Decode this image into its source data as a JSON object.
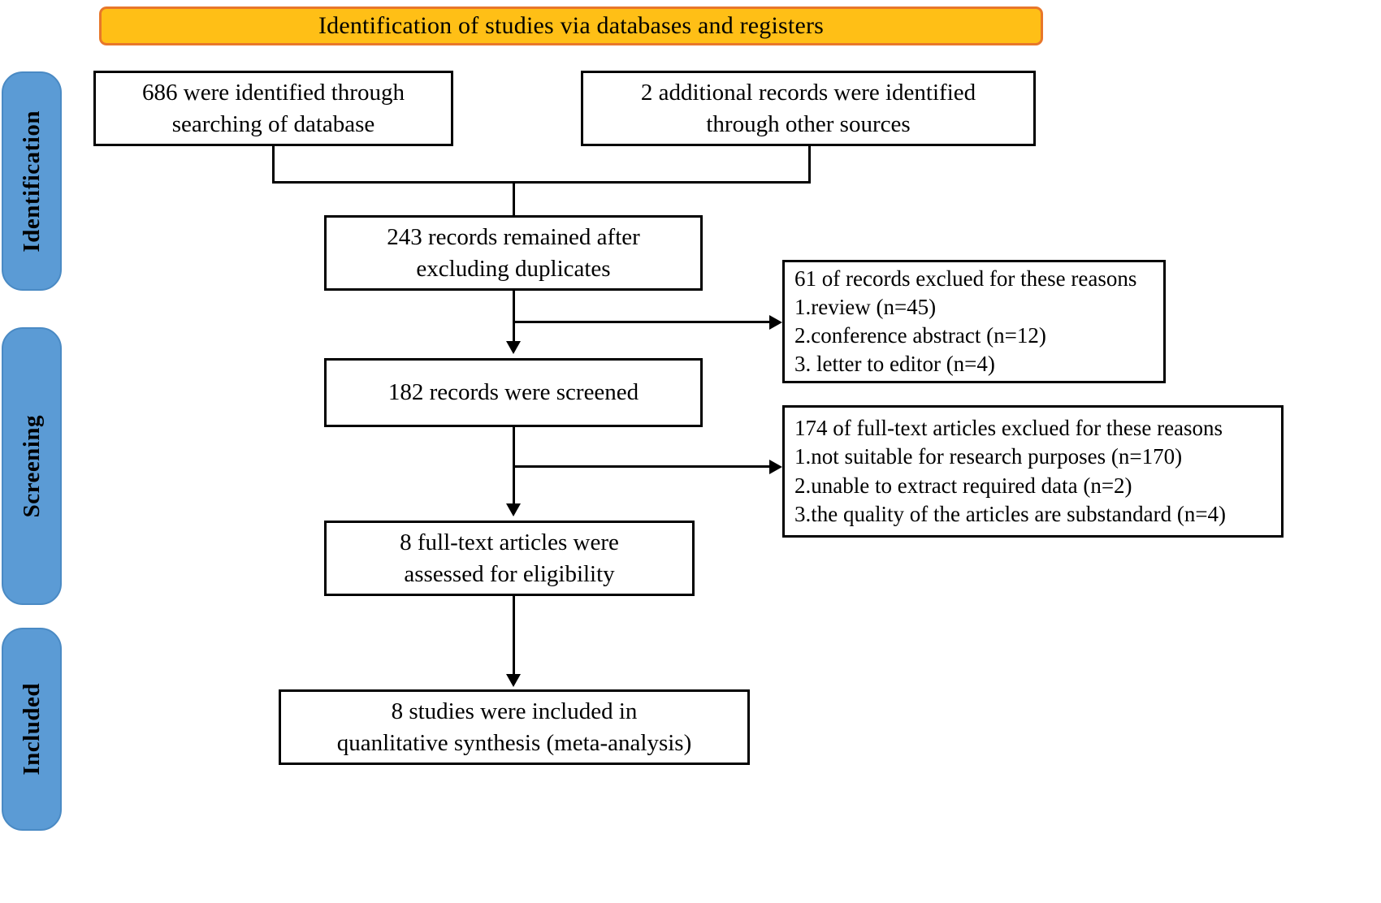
{
  "header": {
    "title": "Identification of studies via databases and registers",
    "fill_color": "#FFBF16",
    "border_color": "#E8772A"
  },
  "stages": {
    "color": "#5B9BD5",
    "items": [
      {
        "id": "identification",
        "label": "Identification"
      },
      {
        "id": "screening",
        "label": "Screening"
      },
      {
        "id": "included",
        "label": "Included"
      }
    ]
  },
  "boxes": {
    "identified": {
      "line1": "686 were identified through",
      "line2": "searching of database"
    },
    "additional": {
      "line1": "2 additional records were identified",
      "line2": "through other sources"
    },
    "duplicates": {
      "line1": "243 records remained after",
      "line2": "excluding duplicates"
    },
    "screened": {
      "line1": "182 records were screened"
    },
    "fulltext": {
      "line1": "8 full-text articles were",
      "line2": "assessed for eligibility"
    },
    "included": {
      "line1": "8 studies were included in",
      "line2": "quanlitative synthesis (meta-analysis)"
    }
  },
  "exclusions": {
    "first": {
      "heading": "61 of records exclued for these reasons",
      "reason1": "1.review (n=45)",
      "reason2": "2.conference abstract (n=12)",
      "reason3": "3. letter to editor (n=4)"
    },
    "second": {
      "heading": "174 of full-text articles exclued for these reasons",
      "reason1": "1.not suitable for research purposes (n=170)",
      "reason2": "2.unable to extract required data (n=2)",
      "reason3": "3.the quality of the articles are substandard (n=4)"
    }
  },
  "chart_data": {
    "type": "diagram",
    "title": "Identification of studies via databases and registers",
    "nodes": [
      {
        "id": "identified",
        "stage": "Identification",
        "value": 686,
        "text": "686 were identified through searching of database"
      },
      {
        "id": "additional",
        "stage": "Identification",
        "value": 2,
        "text": "2 additional records were identified through other sources"
      },
      {
        "id": "duplicates",
        "stage": "Identification",
        "value": 243,
        "text": "243 records remained after excluding duplicates"
      },
      {
        "id": "screened",
        "stage": "Screening",
        "value": 182,
        "text": "182 records were screened"
      },
      {
        "id": "fulltext",
        "stage": "Screening",
        "value": 8,
        "text": "8 full-text articles were assessed for eligibility"
      },
      {
        "id": "included",
        "stage": "Included",
        "value": 8,
        "text": "8 studies were included in quanlitative synthesis (meta-analysis)"
      },
      {
        "id": "excluded-1",
        "stage": "Screening",
        "value": 61,
        "text": "61 of records exclued for these reasons"
      },
      {
        "id": "excluded-2",
        "stage": "Screening",
        "value": 174,
        "text": "174 of full-text articles exclued for these reasons"
      }
    ],
    "exclusion_breakdown": {
      "excluded-1": [
        {
          "reason": "review",
          "n": 45
        },
        {
          "reason": "conference abstract",
          "n": 12
        },
        {
          "reason": "letter to editor",
          "n": 4
        }
      ],
      "excluded-2": [
        {
          "reason": "not suitable for research purposes",
          "n": 170
        },
        {
          "reason": "unable to extract required data",
          "n": 2
        },
        {
          "reason": "the quality of the articles are substandard",
          "n": 4
        }
      ]
    },
    "edges": [
      {
        "from": "identified",
        "to": "duplicates"
      },
      {
        "from": "additional",
        "to": "duplicates"
      },
      {
        "from": "duplicates",
        "to": "screened"
      },
      {
        "from": "duplicates",
        "to": "excluded-1"
      },
      {
        "from": "screened",
        "to": "fulltext"
      },
      {
        "from": "screened",
        "to": "excluded-2"
      },
      {
        "from": "fulltext",
        "to": "included"
      }
    ]
  }
}
